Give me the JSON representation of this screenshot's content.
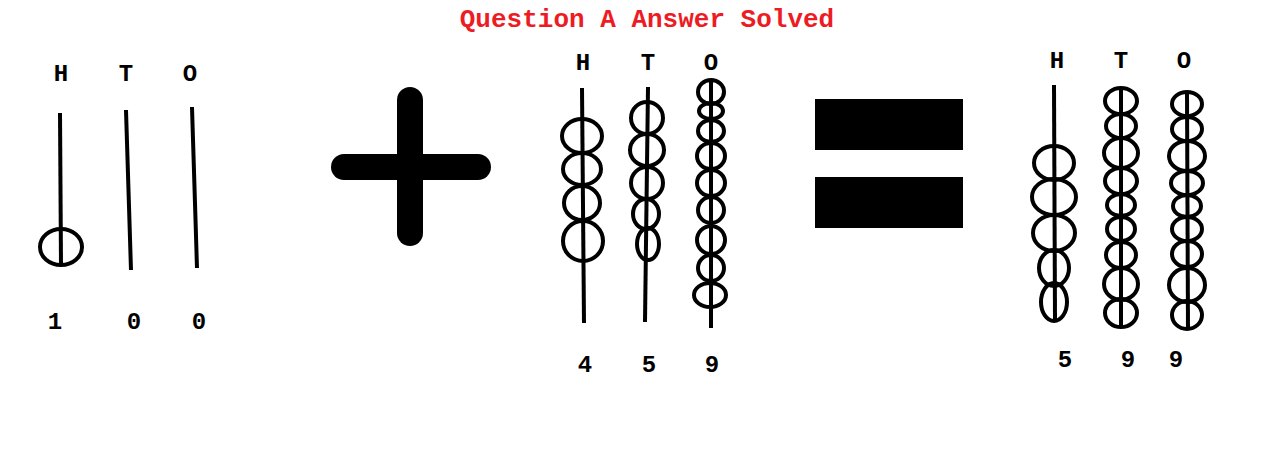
{
  "diagram": {
    "title": "Question A Answer Solved",
    "labels": [
      "H",
      "T",
      "O",
      "1",
      "0",
      "0",
      "H",
      "T",
      "O",
      "4",
      "5",
      "9",
      "H",
      "T",
      "O",
      "5",
      "9",
      "9"
    ]
  }
}
